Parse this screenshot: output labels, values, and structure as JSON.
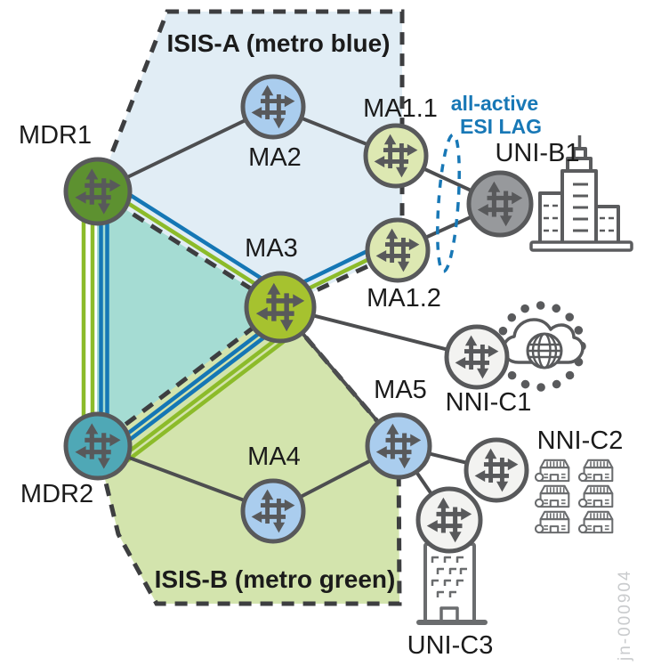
{
  "regions": {
    "isis_a": {
      "label": "ISIS-A (metro blue)",
      "fill": "#e1edf5"
    },
    "isis_b": {
      "label": "ISIS-B (metro green)",
      "fill": "#d3e4ad"
    },
    "overlap_fill": "#a5dcd3"
  },
  "nodes": {
    "mdr1": {
      "label": "MDR1",
      "fill": "#5d9130"
    },
    "mdr2": {
      "label": "MDR2",
      "fill": "#4fa8b6"
    },
    "ma2": {
      "label": "MA2",
      "fill": "#aacdee"
    },
    "ma3": {
      "label": "MA3",
      "fill": "#a6c22f"
    },
    "ma4": {
      "label": "MA4",
      "fill": "#aacdee"
    },
    "ma5": {
      "label": "MA5",
      "fill": "#aacdee"
    },
    "ma1_1": {
      "label": "MA1.1",
      "fill": "#dde8b2"
    },
    "ma1_2": {
      "label": "MA1.2",
      "fill": "#dde8b2"
    },
    "uni_b1": {
      "label": "UNI-B1",
      "fill": "#97999c"
    },
    "nni_c1": {
      "label": "NNI-C1",
      "fill": "#f3f3f1"
    },
    "nni_c2": {
      "label": "NNI-C2",
      "fill": "#f3f3f1"
    },
    "uni_c3": {
      "label": "UNI-C3",
      "fill": "#f3f3f1"
    }
  },
  "annotation": {
    "esi_lag_line1": "all-active",
    "esi_lag_line2": "ESI LAG"
  },
  "watermark": "jn-000904",
  "colors": {
    "metro_blue_line": "#1577b5",
    "metro_green_line": "#8cbb2a",
    "dashed_border": "#3d3e40",
    "link_gray": "#4d4e50",
    "node_outline": "#58595b",
    "esi_annotation_blue": "#1878b6"
  },
  "edges": {
    "solid_links": [
      [
        "MDR1",
        "MA2"
      ],
      [
        "MA2",
        "MA1.1"
      ],
      [
        "MA1.1",
        "UNI-B1"
      ],
      [
        "MA1.2",
        "UNI-B1"
      ],
      [
        "MA3",
        "NNI-C1"
      ],
      [
        "MA3",
        "MA5"
      ],
      [
        "MDR2",
        "MA4"
      ],
      [
        "MA4",
        "MA5"
      ],
      [
        "MA5",
        "NNI-C2"
      ],
      [
        "MA5",
        "UNI-C3"
      ]
    ],
    "metro_blue_paths": [
      [
        "MDR1",
        "MDR2"
      ],
      [
        "MDR1",
        "MA3"
      ],
      [
        "MDR2",
        "MA3"
      ],
      [
        "MA3",
        "MA1.2"
      ]
    ],
    "metro_green_paths": [
      [
        "MDR1",
        "MDR2"
      ],
      [
        "MDR1",
        "MA3"
      ],
      [
        "MDR2",
        "MA3"
      ],
      [
        "MA3",
        "MA1.2"
      ]
    ]
  }
}
